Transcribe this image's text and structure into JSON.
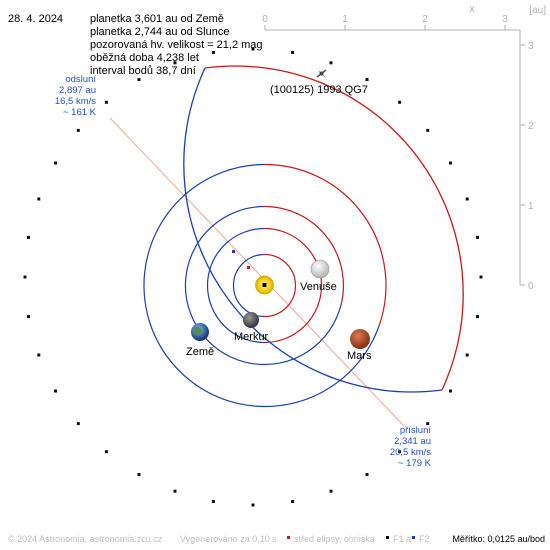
{
  "header": {
    "date": "28. 4. 2024",
    "lines": [
      "planetka 3,601 au od Země",
      "planetka 2,744 au od Slunce",
      "pozorovaná hv. velikost = 21,2 mag",
      "oběžná doba 4,238 let",
      "interval bodů 38,7 dní"
    ]
  },
  "object_label": "(100125) 1993 QG7",
  "aphelion": {
    "title": "odsluní",
    "distance": "2,897 au",
    "speed": "16,5 km/s",
    "temp": "~ 161 K"
  },
  "perihelion": {
    "title": "přísluní",
    "distance": "2,341 au",
    "speed": "20,5 km/s",
    "temp": "~ 179 K"
  },
  "planets": {
    "venus": "Venuše",
    "mercury": "Merkur",
    "earth": "Země",
    "mars": "Mars"
  },
  "axes": {
    "x_unit": "x",
    "y_unit": "[au]",
    "x_ticks": [
      "0",
      "1",
      "2",
      "3"
    ],
    "y_ticks": [
      "3",
      "2",
      "1",
      "0"
    ]
  },
  "footer": {
    "copyright": "© 2024 Astronomia, astronomia.zcu.cz",
    "generated": "Vygenerováno za 0,10 s",
    "legend_center": "střed elipsy, ohniska",
    "legend_f1": "F1 a",
    "legend_f2": "F2",
    "scale": "Měřítko: 0,0125 au/bod"
  },
  "colors": {
    "orbit_blue": "#1a3fb0",
    "orbit_red": "#c81818",
    "apsis_line": "#f0a890",
    "label_blue": "#2050d0",
    "axis_gray": "#b0b0b0",
    "sun": "#f2d21c"
  }
}
